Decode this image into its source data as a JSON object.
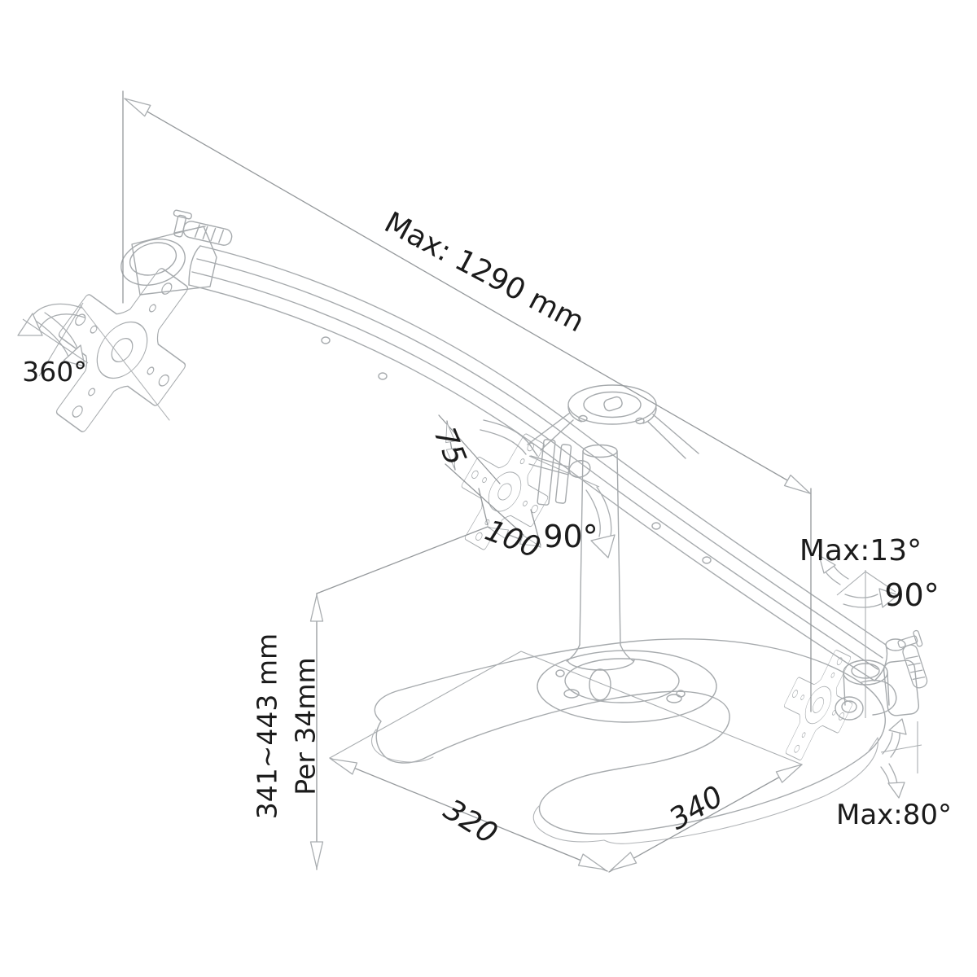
{
  "diagram": {
    "description": "Isometric technical line drawing of a triple-monitor desk stand with dimension callouts",
    "colors": {
      "background": "#ffffff",
      "machine_line": "#a6aaad",
      "dimension_line": "#95999c",
      "label_text": "#1b1b1b"
    },
    "labels": {
      "max_width": "Max: 1290 mm",
      "rotation_full": "360°",
      "vesa_vertical": "75",
      "vesa_horizontal": "100",
      "swivel_center": "90°",
      "tilt_max": "Max:13°",
      "swivel_right": "90°",
      "height_range": "341~443 mm",
      "height_step": "Per 34mm",
      "base_depth": "320",
      "base_width": "340",
      "rotate_max": "Max:80°"
    }
  }
}
